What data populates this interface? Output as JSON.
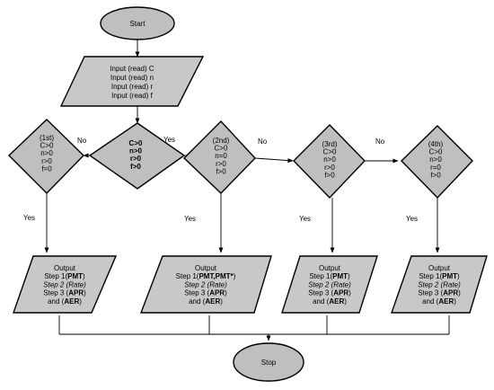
{
  "start": "Start",
  "stop": "Stop",
  "input_lines": [
    "Input (read) C",
    "Input (read) n",
    "Input (read) r",
    "Input (read) f"
  ],
  "decisions": [
    {
      "id": "d1",
      "lines": [
        "(1st)",
        "C>0",
        "n>0",
        "r>0",
        "f=0"
      ],
      "bold": false
    },
    {
      "id": "d0",
      "lines": [
        "C>0",
        "n>0",
        "r>0",
        "f>0"
      ],
      "bold": true
    },
    {
      "id": "d2",
      "lines": [
        "(2nd)",
        "C>0",
        "n=0",
        "r>0",
        "f>0"
      ],
      "bold": false
    },
    {
      "id": "d3",
      "lines": [
        "(3rd)",
        "C>0",
        "n>0",
        "r>0",
        "f>0"
      ],
      "bold": false
    },
    {
      "id": "d4",
      "lines": [
        "(4th)",
        "C>0",
        "n>0",
        "r=0",
        "f>0"
      ],
      "bold": false
    }
  ],
  "outputs": [
    {
      "id": "o1",
      "lines": [
        [
          {
            "t": "Output",
            "s": ""
          }
        ],
        [
          {
            "t": "Step 1(",
            "s": ""
          },
          {
            "t": "PMT",
            "s": "b"
          },
          {
            "t": ")",
            "s": ""
          }
        ],
        [
          {
            "t": "Step 2 (",
            "s": "i"
          },
          {
            "t": "Rate",
            "s": "i"
          },
          {
            "t": ")",
            "s": "i"
          }
        ],
        [
          {
            "t": "Step 3 (",
            "s": ""
          },
          {
            "t": "APR",
            "s": "b"
          },
          {
            "t": ")",
            "s": ""
          }
        ],
        [
          {
            "t": "and (",
            "s": ""
          },
          {
            "t": "AER",
            "s": "b"
          },
          {
            "t": ")",
            "s": ""
          }
        ]
      ]
    },
    {
      "id": "o2",
      "lines": [
        [
          {
            "t": "Output",
            "s": ""
          }
        ],
        [
          {
            "t": "Step 1(",
            "s": ""
          },
          {
            "t": "PMT,PMT*",
            "s": "b"
          },
          {
            "t": ")",
            "s": ""
          }
        ],
        [
          {
            "t": "Step 2 (",
            "s": "i"
          },
          {
            "t": "Rate",
            "s": "i"
          },
          {
            "t": ")",
            "s": "i"
          }
        ],
        [
          {
            "t": "Step 3 (",
            "s": ""
          },
          {
            "t": "APR",
            "s": "b"
          },
          {
            "t": ")",
            "s": ""
          }
        ],
        [
          {
            "t": "and (",
            "s": ""
          },
          {
            "t": "AER",
            "s": "b"
          },
          {
            "t": ")",
            "s": ""
          }
        ]
      ]
    },
    {
      "id": "o3",
      "lines": [
        [
          {
            "t": "Output",
            "s": ""
          }
        ],
        [
          {
            "t": "Step 1(",
            "s": ""
          },
          {
            "t": "PMT",
            "s": "b"
          },
          {
            "t": ")",
            "s": ""
          }
        ],
        [
          {
            "t": "Step 2 (",
            "s": "i"
          },
          {
            "t": "Rate",
            "s": "i"
          },
          {
            "t": ")",
            "s": "i"
          }
        ],
        [
          {
            "t": "Step 3 (",
            "s": ""
          },
          {
            "t": "APR",
            "s": "b"
          },
          {
            "t": ")",
            "s": ""
          }
        ],
        [
          {
            "t": "and (",
            "s": ""
          },
          {
            "t": "AER",
            "s": "b"
          },
          {
            "t": ")",
            "s": ""
          }
        ]
      ]
    },
    {
      "id": "o4",
      "lines": [
        [
          {
            "t": "Output",
            "s": ""
          }
        ],
        [
          {
            "t": "Step 1(",
            "s": ""
          },
          {
            "t": "PMT",
            "s": "b"
          },
          {
            "t": ")",
            "s": ""
          }
        ],
        [
          {
            "t": "Step 2 (",
            "s": "i"
          },
          {
            "t": "Rate",
            "s": "i"
          },
          {
            "t": ")",
            "s": "i"
          }
        ],
        [
          {
            "t": "Step 3 (",
            "s": ""
          },
          {
            "t": "APR",
            "s": "b"
          },
          {
            "t": ")",
            "s": ""
          }
        ],
        [
          {
            "t": "and (",
            "s": ""
          },
          {
            "t": "AER",
            "s": "b"
          },
          {
            "t": ")",
            "s": ""
          }
        ]
      ]
    }
  ],
  "edge_labels": {
    "no_d0_d1": "No",
    "yes_d0_d2": "Yes",
    "no_d2_d3": "No",
    "no_d3_d4": "No",
    "yes_d1": "Yes",
    "yes_d2": "Yes",
    "yes_d3": "Yes",
    "yes_d4": "Yes"
  },
  "colors": {
    "fill": "#bfbfbf",
    "stroke": "#000000",
    "background": "#ffffff"
  }
}
